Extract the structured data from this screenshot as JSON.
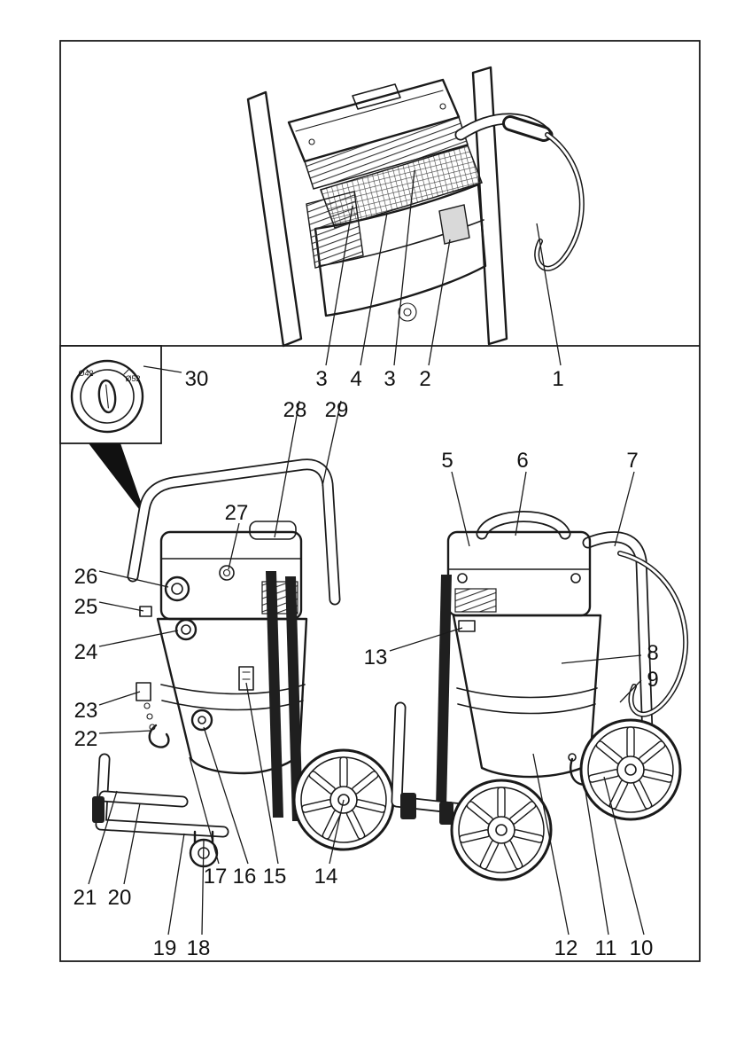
{
  "colors": {
    "line": "#1a1a1a",
    "background": "#ffffff",
    "label_plate": "#d9d9d9"
  },
  "dial_inset": {
    "callout": "30",
    "marking_left": "Ø42",
    "marking_right": "Ø52"
  },
  "callouts": {
    "n1": "1",
    "n2": "2",
    "n3a": "3",
    "n3b": "3",
    "n4": "4",
    "n5": "5",
    "n6": "6",
    "n7": "7",
    "n8": "8",
    "n9": "9",
    "n10": "10",
    "n11": "11",
    "n12": "12",
    "n13": "13",
    "n14": "14",
    "n15": "15",
    "n16": "16",
    "n17": "17",
    "n18": "18",
    "n19": "19",
    "n20": "20",
    "n21": "21",
    "n22": "22",
    "n23": "23",
    "n24": "24",
    "n25": "25",
    "n26": "26",
    "n27": "27",
    "n28": "28",
    "n29": "29",
    "n30": "30"
  }
}
